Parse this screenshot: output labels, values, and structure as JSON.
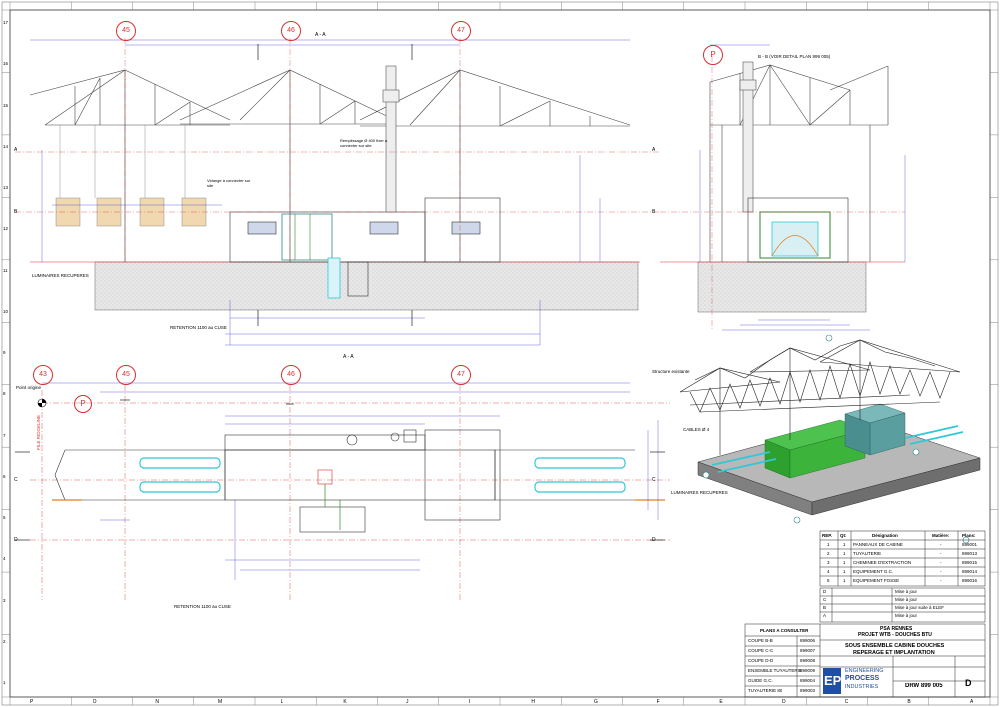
{
  "axes": {
    "top_circles": [
      "45",
      "46",
      "47"
    ],
    "plan_circles": [
      "43",
      "45",
      "46",
      "47"
    ],
    "p_marker": "P"
  },
  "section_labels": {
    "aa_top": "A - A",
    "aa_bottom": "A - A",
    "bb": "B - B (VOIR DETAIL PLAN 899 005)"
  },
  "annotations": {
    "luminaires_left": "LUMINAIRES RECUPERES",
    "retention_top": "RETENTION 1100 au CUSE",
    "retention_bottom": "RETENTION 1100 au CUSE",
    "point_origine": "Point origine",
    "file_label": "FILE RIDGELINE",
    "remplissage": "Remplissage Ø 400 fixer à connecter sur site",
    "vidange": "Vidange à connecter sur site",
    "structure_iso": "Structure existante",
    "cables_iso": "CABLES Ø 4",
    "luminaires_iso": "LUMINAIRES RECUPERES"
  },
  "bom": {
    "headers": [
      "REP.",
      "Qt:",
      "Désignation",
      "Matière:",
      "Plans:"
    ],
    "rows": [
      [
        "1",
        "1",
        "PANNEAUX DE CABINE",
        "-",
        "899001"
      ],
      [
        "2",
        "1",
        "TUYAUTERIE",
        "-",
        "899013"
      ],
      [
        "3",
        "1",
        "CHEMINEE D'EXTRACTION",
        "-",
        "899015"
      ],
      [
        "4",
        "1",
        "EQUIPEMENT G.C.",
        "-",
        "899014"
      ],
      [
        "5",
        "1",
        "EQUIPEMENT FOSSE",
        "-",
        "899016"
      ]
    ]
  },
  "revisions": [
    [
      "D",
      "Mise à jour"
    ],
    [
      "C",
      "Mise à jour"
    ],
    [
      "B",
      "Mise à jour suite à ELEF"
    ],
    [
      "A",
      "Mise à jour"
    ]
  ],
  "plans_consult": {
    "title": "PLANS A CONSULTER",
    "rows": [
      [
        "COUPE B-B",
        "899006"
      ],
      [
        "COUPE C-C",
        "899007"
      ],
      [
        "COUPE D-D",
        "899008"
      ],
      [
        "ENSEMBLE TUYAUTERIE",
        "899009"
      ],
      [
        "GUIDE G.C.",
        "899004"
      ],
      [
        "TUYAUTERIE 80",
        "899003"
      ]
    ]
  },
  "title_block": {
    "client": "PSA RENNES",
    "project": "PROJET WTB - DOUCHES BTU",
    "title1": "SOUS ENSEMBLE CABINE DOUCHES",
    "title2": "REPERAGE ET IMPLANTATION",
    "company_short": "EPI",
    "company_line1": "ENGINEERING",
    "company_line2": "PROCESS",
    "company_line3": "INDUSTRIES",
    "drawing_no": "DRW 899 005",
    "revision": "D"
  },
  "border_letters_bottom": [
    "P",
    "O",
    "N",
    "M",
    "L",
    "K",
    "J",
    "I",
    "H",
    "G",
    "F",
    "E",
    "D",
    "C",
    "B",
    "A"
  ],
  "border_numbers_left": [
    "17",
    "16",
    "15",
    "14",
    "13",
    "12",
    "11",
    "10",
    "9",
    "8",
    "7",
    "6",
    "5",
    "4",
    "3",
    "2",
    "1"
  ],
  "border_letters_side": [
    "A",
    "B",
    "C",
    "D"
  ],
  "colors": {
    "line": "#2a2a2a",
    "dim": "#2b2bd6",
    "axis_red": "#d83030",
    "cyan": "#30c8d8",
    "green": "#2ea02e",
    "teal": "#5a9ea0",
    "ground": "#e6e6e6",
    "orange": "#e08020"
  }
}
